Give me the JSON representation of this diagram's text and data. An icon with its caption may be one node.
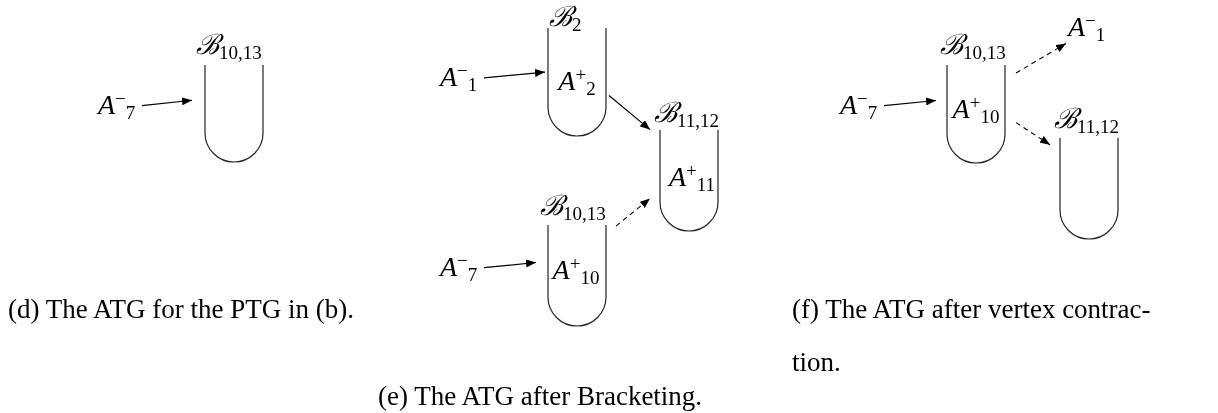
{
  "diagram": {
    "nodes": [
      {
        "text": [
          "A$^{−}$$_{7}$"
        ]
      },
      {
        "text": [
          "ℬ$_{10,13}$"
        ]
      },
      {
        "text": [
          "A$^{−}$$_{1}$"
        ]
      },
      {
        "text": [
          "ℬ$_{2}$",
          "A$^{+}$$_{2}$"
        ]
      },
      {
        "text": [
          "ℬ$_{11,12}$",
          "A$^{+}$$_{11}$"
        ]
      },
      {
        "text": [
          "A$^{−}$$_{7}$"
        ]
      },
      {
        "text": [
          "ℬ$_{10,13}$",
          "A$^{+}$$_{10}$"
        ]
      },
      {
        "text": [
          "A$^{−}$$_{7}$"
        ]
      },
      {
        "text": [
          "ℬ$_{10,13}$",
          "A$^{+}$$_{10}$"
        ]
      },
      {
        "text": [
          "A$^{−}$$_{1}$"
        ]
      },
      {
        "text": [
          "ℬ$_{11,12}$"
        ]
      }
    ],
    "edges": [
      {
        "from": 0,
        "to": 1,
        "arrow": "to"
      },
      {
        "from": 2,
        "to": 3,
        "arrow": "to"
      },
      {
        "from": 3,
        "to": 4,
        "arrow": "to"
      },
      {
        "from": 5,
        "to": 6,
        "arrow": "to"
      },
      {
        "from": 6,
        "to": 4,
        "arrow": "to",
        "style": "dashed"
      },
      {
        "from": 7,
        "to": 8,
        "arrow": "to"
      },
      {
        "from": 8,
        "to": 9,
        "arrow": "to",
        "style": "dashed"
      },
      {
        "from": 8,
        "to": 10,
        "arrow": "to",
        "style": "dashed"
      }
    ],
    "labels": [
      "(d) The ATG for the PTG in (b).",
      "(e) The ATG after Bracketing.",
      "(f) The ATG after vertex contrac- tion."
    ]
  }
}
